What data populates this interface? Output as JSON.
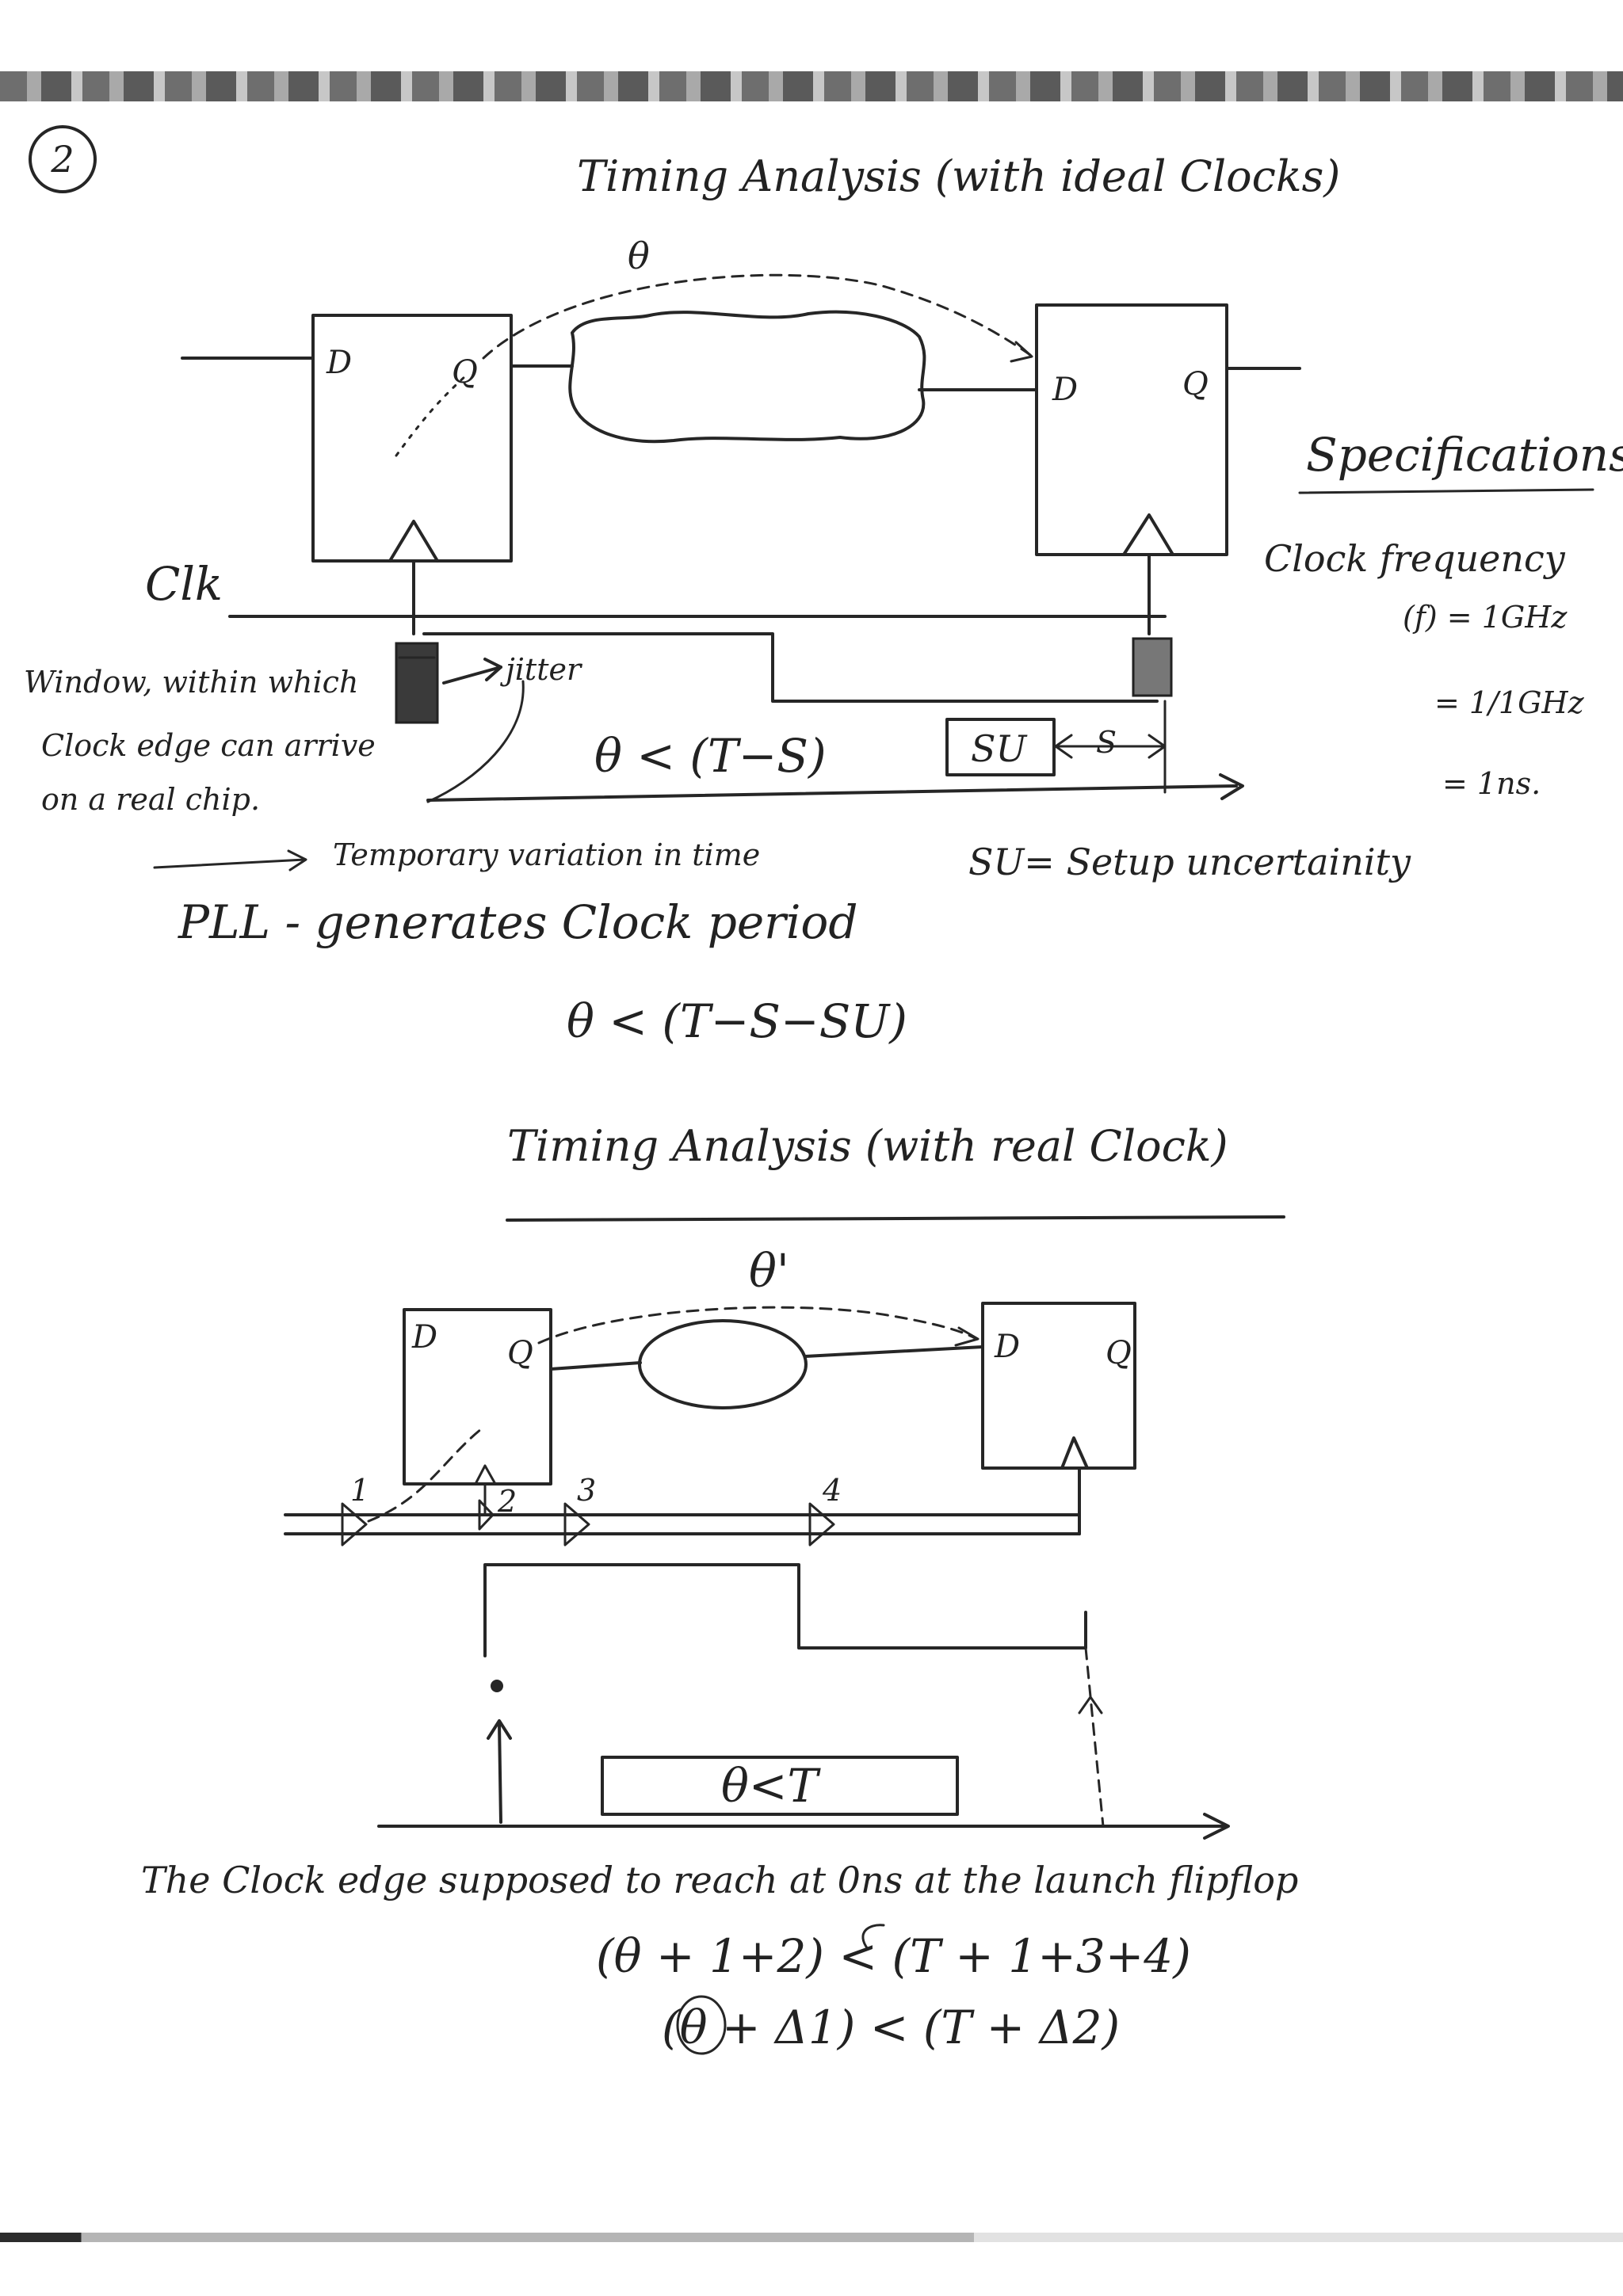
{
  "page_number": "2",
  "section1": {
    "title": "Timing Analysis (with ideal Clocks)",
    "path_delay_label": "θ",
    "ff1": {
      "d_pin": "D",
      "q_pin": "Q"
    },
    "ff2": {
      "d_pin": "D",
      "q_pin": "Q"
    },
    "clk_label": "Clk",
    "jitter_label": "jitter",
    "window_note": [
      "Window, within which",
      "Clock edge can arrive",
      "on a real chip."
    ],
    "inequality": "θ < (T−S)",
    "su_box": "SU",
    "s_span": "S",
    "temporary_note": "Temporary variation in time",
    "pll_note": "PLL - generates Clock period",
    "inequality_su": "θ < (T−S−SU)",
    "su_definition": "SU= Setup uncertainity",
    "specifications": {
      "heading": "Specifications",
      "lines": [
        "Clock frequency",
        "(f) = 1GHz",
        "= 1/1GHz",
        "= 1ns."
      ]
    }
  },
  "section2": {
    "title": "Timing Analysis (with real Clock)",
    "path_delay_label": "θ'",
    "ff1": {
      "d_pin": "D",
      "q_pin": "Q"
    },
    "ff2": {
      "d_pin": "D",
      "q_pin": "Q"
    },
    "buffer_labels": [
      "1",
      "2",
      "3",
      "4"
    ],
    "inequality_box": "θ<T",
    "launch_note": "The Clock edge supposed to reach at 0ns at the launch flipflop",
    "equation1": "(θ + 1+2) < (T + 1+3+4)",
    "equation2": "(θ + Δ1) < (T + Δ2)"
  }
}
